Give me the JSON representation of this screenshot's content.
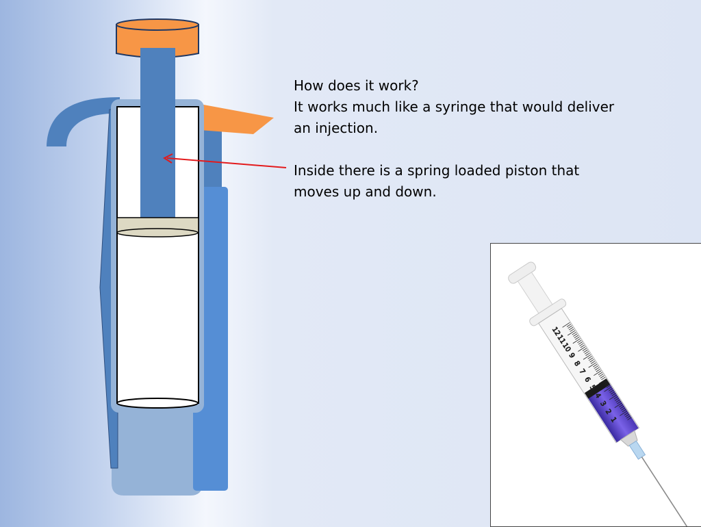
{
  "text": {
    "question": "How does it work?",
    "line1": "It works much like a syringe that would deliver",
    "line2": "an injection.",
    "line3": "Inside there is a spring loaded piston that",
    "line4": "moves up and down."
  },
  "syringe_scale": [
    "12",
    "11",
    "10",
    "9",
    "8",
    "7",
    "6",
    "5",
    "4",
    "3",
    "2",
    "1"
  ],
  "colors": {
    "cap": "#f79646",
    "piston": "#4f81bd",
    "side_tube": "#558ed5",
    "housing": "#95b3d7",
    "seal": "#ddd9c3",
    "arrow": "#e31a1c",
    "liquid": "#6a4fd8"
  }
}
